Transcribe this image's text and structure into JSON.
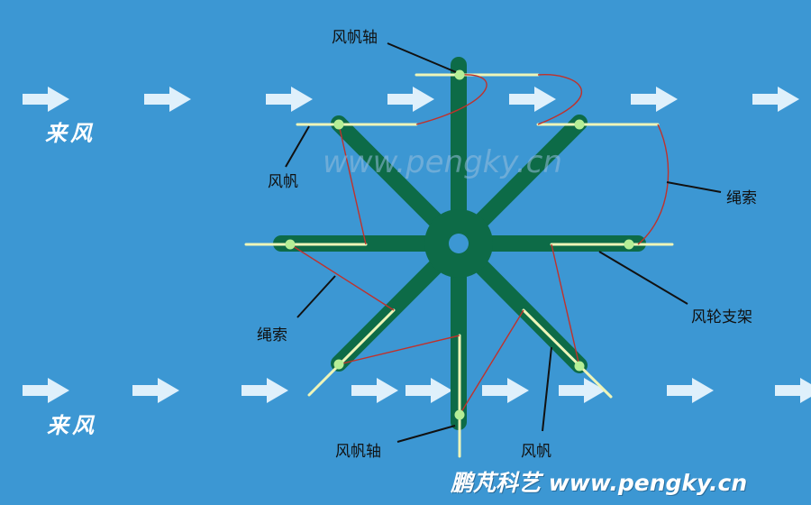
{
  "colors": {
    "background": "#3c97d3",
    "frame": "#0d6b47",
    "sail": "#eef5b8",
    "pivot": "#b5ee96",
    "rope": "#c0312b",
    "arrow": "#dff0fb"
  },
  "wind_labels": [
    "来风",
    "来风"
  ],
  "labels": {
    "mast_top": "风帆轴",
    "sail_left": "风帆",
    "rope_right": "绳索",
    "rope_left": "绳索",
    "frame": "风轮支架",
    "mast_bottom": "风帆轴",
    "sail_bottom": "风帆"
  },
  "watermark": "www.pengky.cn",
  "footer": "鹏芃科艺 www.pengky.cn"
}
